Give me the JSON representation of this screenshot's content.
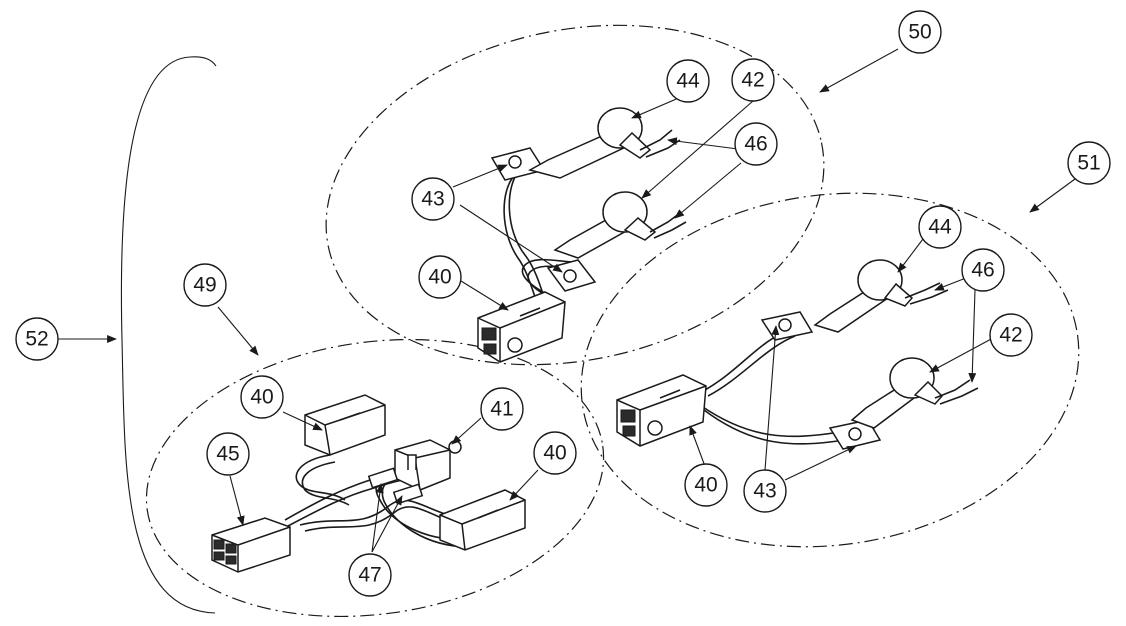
{
  "callouts": {
    "c52": "52",
    "c49": "49",
    "c50": "50",
    "c51": "51",
    "c44a": "44",
    "c42a": "42",
    "c46a": "46",
    "c43a": "43",
    "c40a": "40",
    "c40b": "40",
    "c41": "41",
    "c45": "45",
    "c40c": "40",
    "c47": "47",
    "c44b": "44",
    "c46b": "46",
    "c42b": "42",
    "c40d": "40",
    "c43b": "43"
  },
  "colors": {
    "line": "#1a1a1a",
    "background": "#ffffff"
  }
}
